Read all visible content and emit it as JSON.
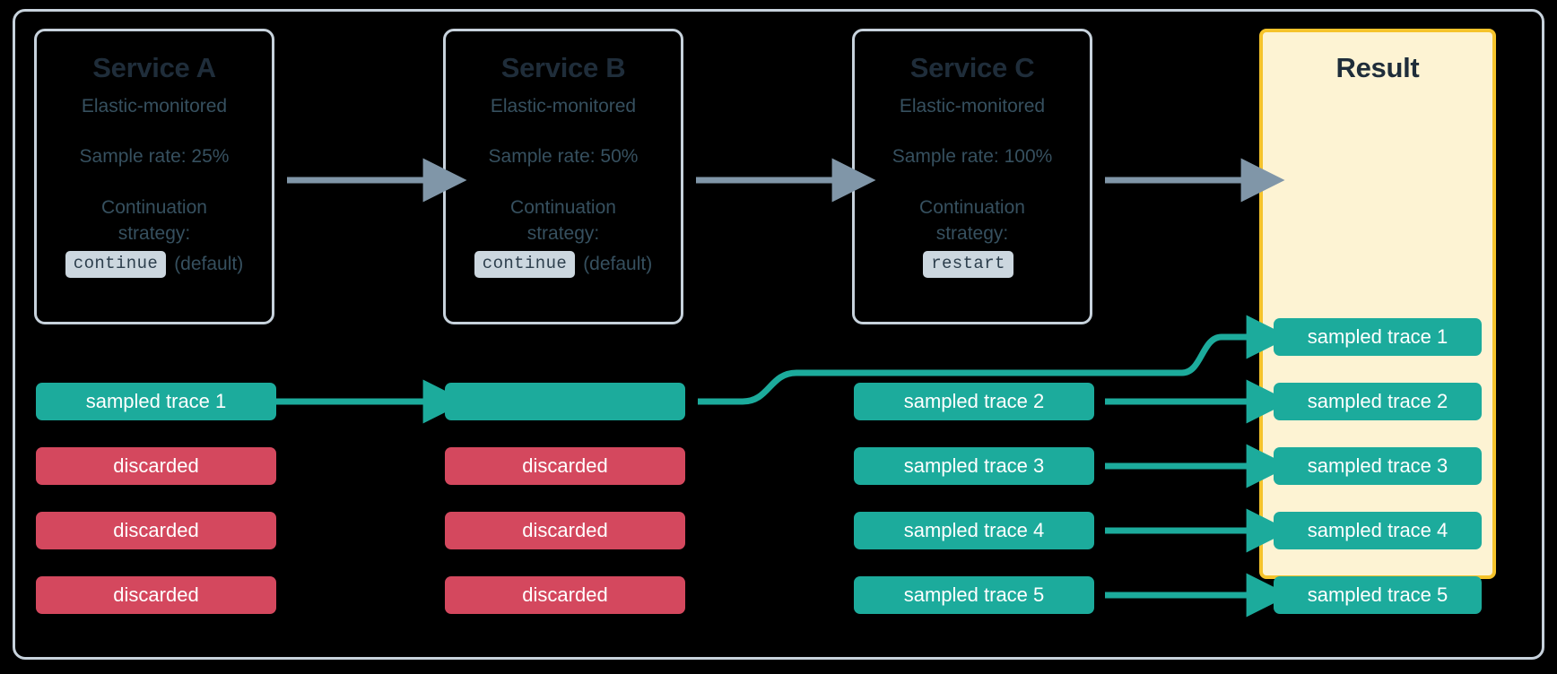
{
  "diagram": {
    "title": "Distributed tracing sampling across services",
    "colors": {
      "background": "#000000",
      "frame_border": "#c7d2dc",
      "sampled": "#1cab9c",
      "discarded": "#d4485e",
      "result_fill": "#fdf3d3",
      "result_border": "#f5c32b",
      "service_text": "#36505f",
      "heading": "#1f2d3a",
      "gray_arrow": "#8096a8",
      "code_chip_bg": "#ccd7df"
    }
  },
  "services": [
    {
      "name": "Service A",
      "monitored": "Elastic-monitored",
      "sample_rate": "Sample rate: 25%",
      "strategy_label_line1": "Continuation",
      "strategy_label_line2": "strategy:",
      "strategy_value": "continue",
      "strategy_note": "(default)"
    },
    {
      "name": "Service B",
      "monitored": "Elastic-monitored",
      "sample_rate": "Sample rate: 50%",
      "strategy_label_line1": "Continuation",
      "strategy_label_line2": "strategy:",
      "strategy_value": "continue",
      "strategy_note": "(default)"
    },
    {
      "name": "Service C",
      "monitored": "Elastic-monitored",
      "sample_rate": "Sample rate: 100%",
      "strategy_label_line1": "Continuation",
      "strategy_label_line2": "strategy:",
      "strategy_value": "restart",
      "strategy_note": ""
    }
  ],
  "result": {
    "title": "Result"
  },
  "columns": {
    "service_a_traces": [
      {
        "label": "sampled trace 1",
        "kind": "sampled"
      },
      {
        "label": "discarded",
        "kind": "discarded"
      },
      {
        "label": "discarded",
        "kind": "discarded"
      },
      {
        "label": "discarded",
        "kind": "discarded"
      }
    ],
    "service_b_traces": [
      {
        "label": "",
        "kind": "sampled"
      },
      {
        "label": "discarded",
        "kind": "discarded"
      },
      {
        "label": "discarded",
        "kind": "discarded"
      },
      {
        "label": "discarded",
        "kind": "discarded"
      }
    ],
    "service_c_traces": [
      {
        "label": "sampled trace 2",
        "kind": "sampled"
      },
      {
        "label": "sampled trace 3",
        "kind": "sampled"
      },
      {
        "label": "sampled trace 4",
        "kind": "sampled"
      },
      {
        "label": "sampled trace 5",
        "kind": "sampled"
      }
    ],
    "result_traces": [
      {
        "label": "sampled trace 1",
        "kind": "sampled"
      },
      {
        "label": "sampled trace 2",
        "kind": "sampled"
      },
      {
        "label": "sampled trace 3",
        "kind": "sampled"
      },
      {
        "label": "sampled trace 4",
        "kind": "sampled"
      },
      {
        "label": "sampled trace 5",
        "kind": "sampled"
      }
    ]
  }
}
